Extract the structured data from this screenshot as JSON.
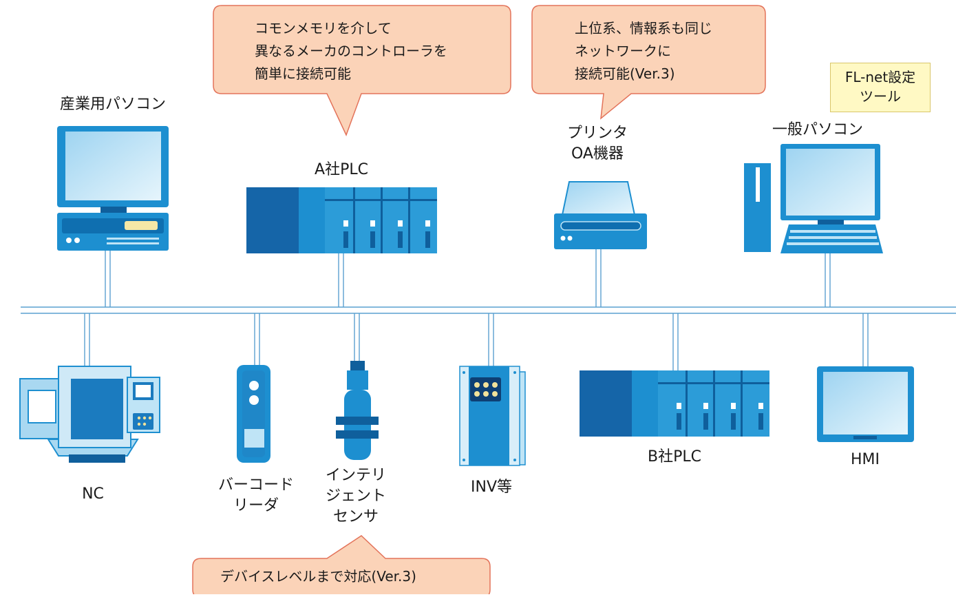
{
  "callouts": {
    "common_memory": [
      "コモンメモリを介して",
      "異なるメーカのコントローラを",
      "簡単に接続可能"
    ],
    "upper_system": [
      "上位系、情報系も同じ",
      "ネットワークに",
      "接続可能(Ver.3)"
    ],
    "device_level": "デバイスレベルまで対応(Ver.3)"
  },
  "tool_note": [
    "FL-net設定",
    "ツール"
  ],
  "devices": {
    "industrial_pc": "産業用パソコン",
    "plc_a": "A社PLC",
    "printer": [
      "プリンタ",
      "OA機器"
    ],
    "general_pc": "一般パソコン",
    "nc": "NC",
    "barcode_reader": [
      "バーコード",
      "リーダ"
    ],
    "intelligent_sensor": [
      "インテリ",
      "ジェント",
      "センサ"
    ],
    "inverter": "INV等",
    "plc_b": "B社PLC",
    "hmi": "HMI"
  },
  "colors": {
    "device_blue": "#1d8fd0",
    "device_dark": "#0f5f9c",
    "screen_light": "#bfe4f6",
    "network_line": "#5aa0d0",
    "callout_fill": "#fbd3b8",
    "callout_border": "#e3735a",
    "note_fill": "#fff9c4"
  }
}
